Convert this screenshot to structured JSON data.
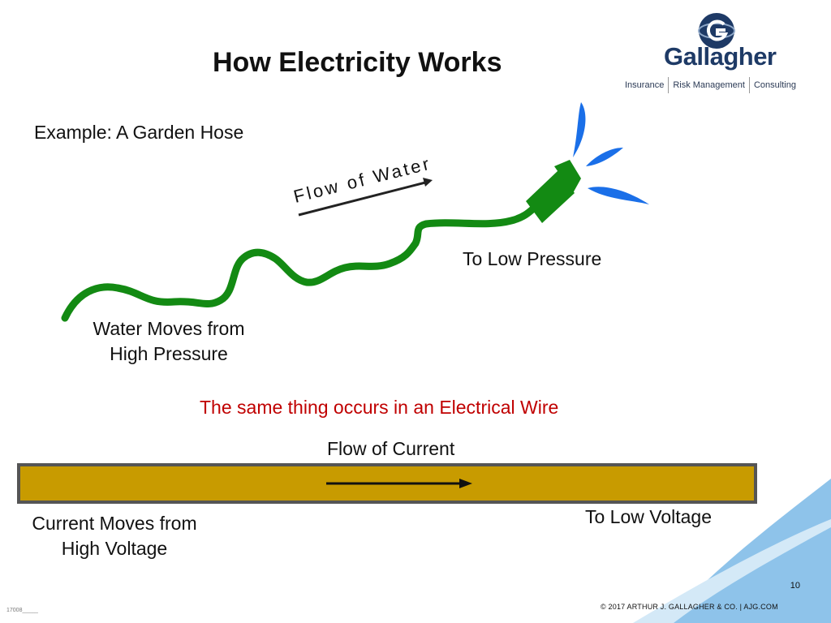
{
  "slide": {
    "title": "How Electricity Works",
    "subtitle": "Example: A Garden Hose",
    "hose_flow_label": "Flow of Water",
    "to_low_pressure": "To Low Pressure",
    "water_moves": "Water Moves from High Pressure",
    "same_thing": "The same thing occurs in an Electrical Wire",
    "flow_of_current": "Flow of Current",
    "current_moves": "Current Moves from High Voltage",
    "to_low_voltage": "To Low Voltage"
  },
  "logo": {
    "name": "Gallagher",
    "tagline": [
      "Insurance",
      "Risk Management",
      "Consulting"
    ],
    "icon": "gallagher-g-globe-icon"
  },
  "footer": {
    "page_number": "10",
    "copyright": "© 2017 ARTHUR J. GALLAGHER & CO. | AJG.COM",
    "doc_code": "17008_____"
  },
  "colors": {
    "hose_green": "#138a13",
    "wire_gold": "#c89b00",
    "water_blue": "#1a6fe8",
    "corner_blue": "#8ec3ea",
    "accent_red": "#c00000",
    "logo_navy": "#1e3a66"
  }
}
